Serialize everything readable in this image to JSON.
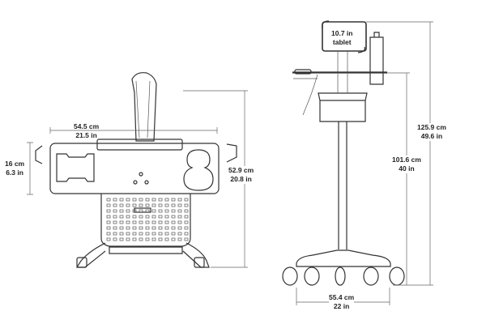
{
  "front_view": {
    "width": {
      "cm": "54.5 cm",
      "in": "21.5 in"
    },
    "tray_depth": {
      "cm": "16 cm",
      "in": "6.3 in"
    },
    "height": {
      "cm": "52.9 cm",
      "in": "20.8 in"
    }
  },
  "side_view": {
    "tablet": {
      "size": "10.7 in",
      "label": "tablet"
    },
    "total_height": {
      "cm": "125.9 cm",
      "in": "49.6 in"
    },
    "shelf_height": {
      "cm": "101.6 cm",
      "in": "40 in"
    },
    "base_width": {
      "cm": "55.4 cm",
      "in": "22 in"
    }
  }
}
